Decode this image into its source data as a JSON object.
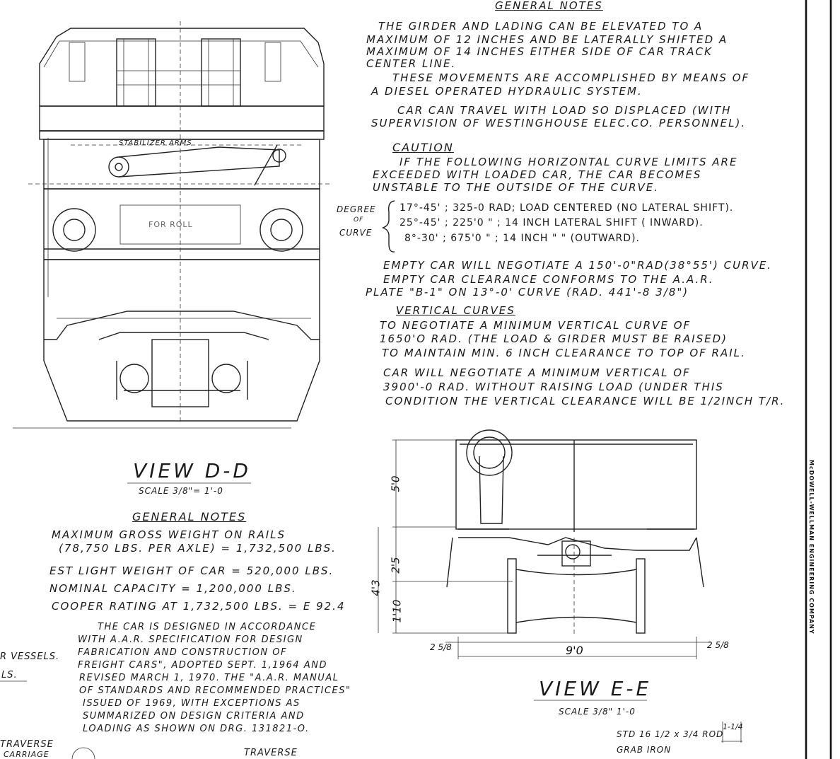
{
  "general_notes_top": {
    "heading": "GENERAL NOTES",
    "lines": [
      "THE GIRDER AND LADING CAN BE ELEVATED TO A",
      "MAXIMUM OF 12 INCHES AND BE LATERALLY SHIFTED A",
      "MAXIMUM OF 14 INCHES EITHER SIDE OF CAR TRACK",
      "CENTER LINE.",
      "THESE MOVEMENTS ARE ACCOMPLISHED BY MEANS OF",
      "A DIESEL OPERATED HYDRAULIC SYSTEM.",
      "CAR CAN TRAVEL WITH LOAD SO DISPLACED (WITH",
      "SUPERVISION OF WESTINGHOUSE ELEC.CO. PERSONNEL)."
    ]
  },
  "caution": {
    "heading": "CAUTION",
    "lines": [
      "IF THE FOLLOWING HORIZONTAL CURVE LIMITS ARE",
      "EXCEEDED WITH LOADED CAR, THE CAR BECOMES",
      "UNSTABLE TO THE OUTSIDE OF THE CURVE."
    ],
    "degree_label": [
      "DEGREE",
      "OF",
      "CURVE"
    ],
    "rows": [
      "17°-45' ; 325-0 RAD; LOAD CENTERED (NO LATERAL SHIFT).",
      "25°-45' ; 225'0   \" ; 14 INCH LATERAL SHIFT ( INWARD).",
      "8°-30' ; 675'0   \" ; 14 INCH    \"       \"   (OUTWARD)."
    ],
    "after_lines": [
      "EMPTY CAR WILL NEGOTIATE A 150'-0\"RAD(38°55') CURVE.",
      "EMPTY CAR CLEARANCE CONFORMS TO THE A.A.R.",
      "PLATE \"B-1\" ON 13°-0' CURVE (RAD. 441'-8 3/8\")"
    ]
  },
  "vertical_curves": {
    "heading": "VERTICAL CURVES",
    "lines": [
      "TO NEGOTIATE A MINIMUM VERTICAL CURVE OF",
      "1650'O RAD. (THE LOAD & GIRDER MUST BE RAISED)",
      "TO MAINTAIN MIN. 6 INCH CLEARANCE TO TOP OF RAIL.",
      "CAR WILL NEGOTIATE A MINIMUM VERTICAL OF",
      "3900'-0 RAD. WITHOUT RAISING LOAD (UNDER THIS",
      "CONDITION THE VERTICAL CLEARANCE WILL BE 1/2INCH T/R."
    ]
  },
  "view_dd": {
    "title": "VIEW D-D",
    "scale": "SCALE 3/8\"= 1'-0",
    "stabilizer_label": "STABILIZER ARMS",
    "center_label": "FOR ROLL"
  },
  "general_notes_bottom": {
    "heading": "GENERAL NOTES",
    "lines": [
      "MAXIMUM GROSS WEIGHT ON RAILS",
      "(78,750 LBS. PER AXLE) = 1,732,500 LBS.",
      "EST LIGHT WEIGHT OF CAR = 520,000 LBS.",
      "NOMINAL CAPACITY   =   1,200,000 LBS.",
      "COOPER RATING AT 1,732,500 LBS. = E 92.4"
    ],
    "paragraph": [
      "THE CAR IS DESIGNED IN ACCORDANCE",
      "WITH A.A.R. SPECIFICATION FOR DESIGN",
      "FABRICATION AND CONSTRUCTION OF",
      "FREIGHT CARS\", ADOPTED SEPT. 1,1964 AND",
      "REVISED MARCH 1, 1970. THE \"A.A.R. MANUAL",
      "OF STANDARDS AND RECOMMENDED PRACTICES\"",
      "ISSUED OF 1969, WITH EXCEPTIONS AS",
      "SUMMARIZED ON DESIGN CRITERIA AND",
      "LOADING AS SHOWN ON DRG. 131821-O."
    ]
  },
  "left_fragments": {
    "vessels": "R VESSELS.",
    "lbs": "LS.",
    "traverse_left": "TRAVERSE",
    "carriage": "CARRIAGE"
  },
  "view_ee": {
    "title": "VIEW E-E",
    "scale": "SCALE 3/8\" 1'-0",
    "dim_50": "5'0",
    "dim_25": "2'5",
    "dim_43": "4'3",
    "dim_110": "1'10",
    "dim_90": "9'0",
    "dim_left": "2 5/8",
    "dim_right": "2 5/8"
  },
  "bottom": {
    "traverse": "TRAVERSE",
    "rod_note": "STD 16 1/2 x 3/4 ROD",
    "grab_iron": "GRAB IRON",
    "dim_114": "1-1/4"
  },
  "company_stamp": "McDOWELL-WELLMAN ENGINEERING COMPANY"
}
